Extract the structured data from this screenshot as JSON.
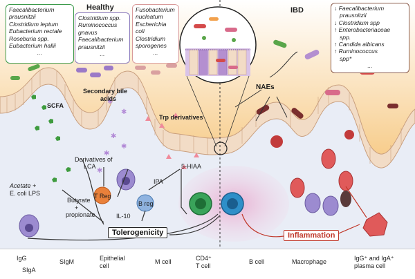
{
  "panels": {
    "healthy_title": "Healthy",
    "ibd_title": "IBD"
  },
  "boxes": {
    "green": [
      "Faecalibacterium",
      "prausnitzii",
      "Clostridium leptum",
      "Eubacterium rectale",
      "Roseburia spp.",
      "Eubacterium hallii",
      "..."
    ],
    "purple": [
      "Clostridium spp.",
      "Ruminococcus",
      "gnavus",
      "Faecalibacterium",
      "prausnitzii",
      "..."
    ],
    "pink": [
      "Fusobacterium",
      "nucleatum",
      "Escherichia",
      "coli",
      "Clostridium",
      "sporogenes",
      "..."
    ],
    "ibd": [
      "↓ Faecalibacterium",
      "prausnitzii",
      "↓ Clostridium spp",
      "↑ Enterobacteriaceae",
      "spp.",
      "↑ Candida albicans",
      "↑ Ruminococcus",
      "spp*",
      "..."
    ]
  },
  "labels": {
    "scfa": "SCFA",
    "secondary_bile_1": "Secondary bile",
    "secondary_bile_2": "acids",
    "trp": "Trp derivatives",
    "naes": "NAEs",
    "derivatives_lca_1": "Derivatives of",
    "derivatives_lca_2": "LCA",
    "ipa": "IPA",
    "hiaa": "5-HIAA",
    "treg": "T Reg",
    "breg": "B reg",
    "il10": "IL-10",
    "acetate_1": "Acetate +",
    "acetate_2": "E. coli LPS",
    "butyrate_1": "Butyrate",
    "butyrate_2": "+",
    "butyrate_3": "propionate",
    "tolerogenicity": "Tolerogenicity",
    "inflammation": "Inflammation"
  },
  "legend": {
    "igg": "IgG",
    "siga": "SIgA",
    "sigm": "SIgM",
    "epithelial_1": "Epithelial",
    "epithelial_2": "cell",
    "mcell": "M cell",
    "cd4_1": "CD4⁺",
    "cd4_2": "T cell",
    "bcell": "B cell",
    "macrophage": "Macrophage",
    "plasma_1": "IgG⁺ and IgA⁺",
    "plasma_2": "plasma cell"
  },
  "colors": {
    "lumen_orange": "#f6c57a",
    "epithelium": "#f2dcc6",
    "lamina": "#e9edf6",
    "box_green": "#3c9a4a",
    "box_purple": "#8b7bbd",
    "box_pink": "#d99a9a",
    "box_ibd": "#8a5a4a",
    "inflammation_red": "#c0392b",
    "tcell_green": "#3aa35a",
    "bcell_blue": "#2f8fc8",
    "macrophage_red": "#d44a4a"
  }
}
